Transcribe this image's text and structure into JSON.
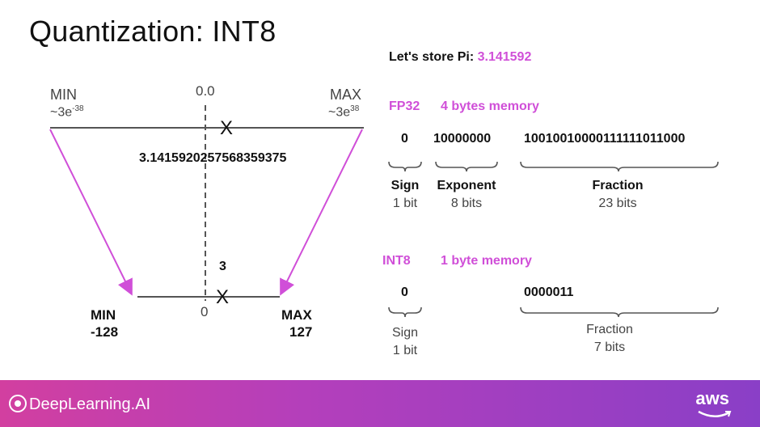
{
  "title": "Quantization: INT8",
  "store": {
    "prefix": "Let's store Pi: ",
    "value": "3.141592"
  },
  "fp32_range": {
    "min_label": "MIN",
    "min_value": "~3e",
    "min_exp": "-38",
    "max_label": "MAX",
    "max_value": "~3e",
    "max_exp": "38",
    "zero": "0.0",
    "marker": "X",
    "stored_value": "3.1415920257568359375"
  },
  "int8_range": {
    "min_label": "MIN",
    "min_value": "-128",
    "max_label": "MAX",
    "max_value": "127",
    "zero": "0",
    "marker": "X",
    "quantized_value": "3"
  },
  "fp32": {
    "name": "FP32",
    "memory": "4 bytes memory",
    "sign_bits": "0",
    "exponent_bits": "10000000",
    "fraction_bits": "10010010000111111011000",
    "sign_label": "Sign",
    "sign_size": "1 bit",
    "exponent_label": "Exponent",
    "exponent_size": "8 bits",
    "fraction_label": "Fraction",
    "fraction_size": "23 bits"
  },
  "int8": {
    "name": "INT8",
    "memory": "1 byte memory",
    "sign_bits": "0",
    "fraction_bits": "0000011",
    "sign_label": "Sign",
    "sign_size": "1 bit",
    "fraction_label": "Fraction",
    "fraction_size": "7 bits"
  },
  "footer": {
    "brand": "DeepLearning.AI",
    "partner": "aws"
  },
  "colors": {
    "accent": "#d04fd8",
    "line": "#555555",
    "footer_start": "#d23fa0",
    "footer_end": "#8a3fc7"
  }
}
